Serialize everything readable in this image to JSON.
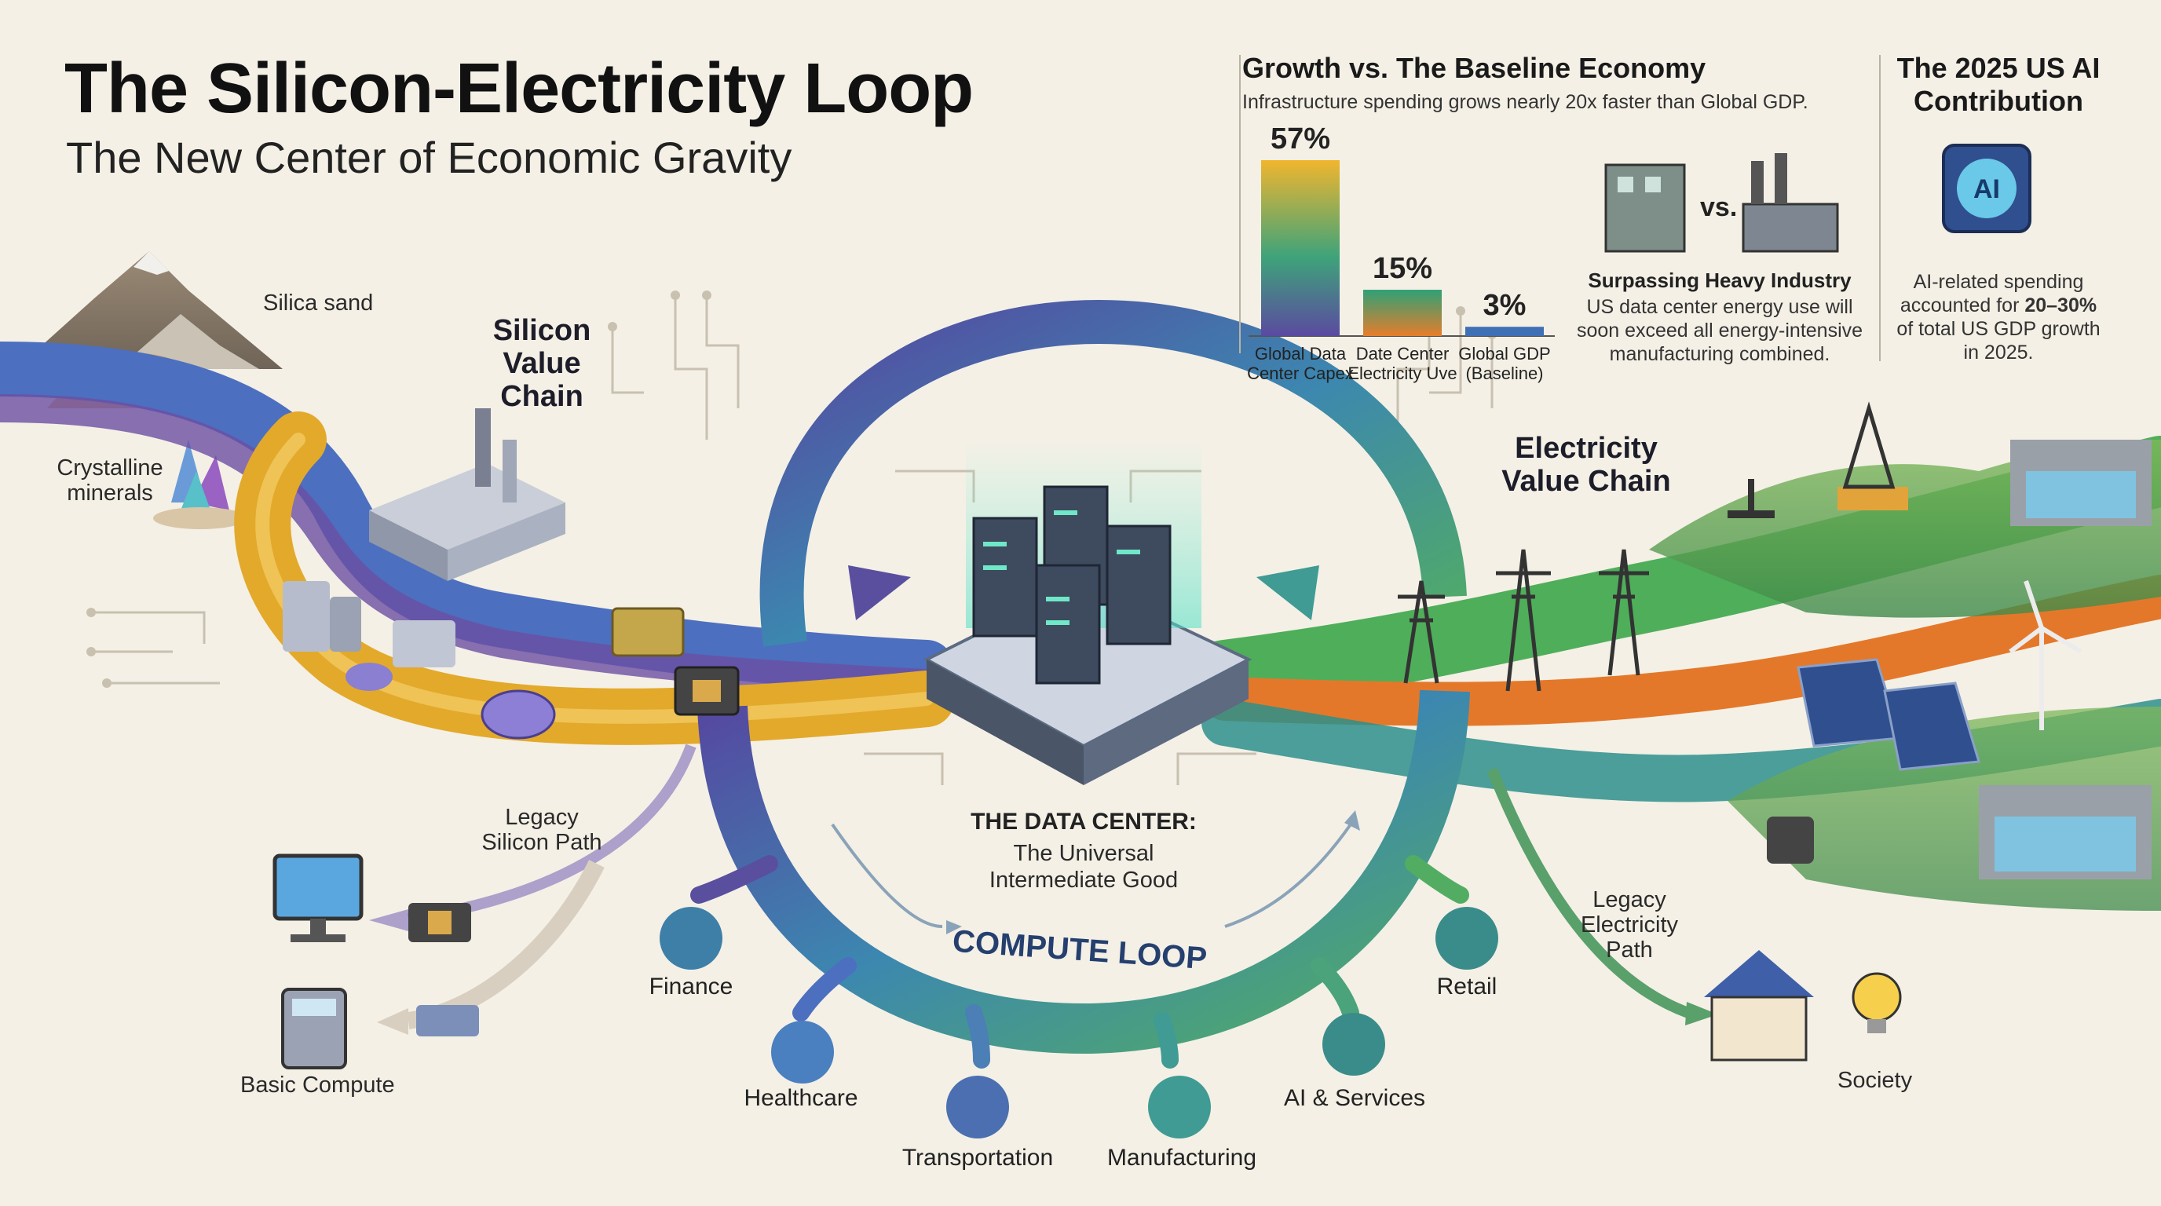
{
  "header": {
    "title": "The Silicon-Electricity Loop",
    "subtitle": "The New Center of Economic Gravity"
  },
  "silicon_chain": {
    "label": "Silicon Value Chain",
    "silica_sand": "Silica sand",
    "crystalline_minerals": "Crystalline minerals",
    "legacy_path": "Legacy Silicon Path",
    "basic_compute": "Basic Compute"
  },
  "electricity_chain": {
    "label": "Electricity Value Chain",
    "legacy_path": "Legacy Electricity Path",
    "society": "Society"
  },
  "data_center": {
    "title": "THE DATA CENTER:",
    "subtitle": "The Universal Intermediate Good",
    "loop_label": "COMPUTE LOOP"
  },
  "sectors": [
    {
      "name": "Finance",
      "icon": "bank-icon"
    },
    {
      "name": "Healthcare",
      "icon": "medical-cross-icon"
    },
    {
      "name": "Transportation",
      "icon": "truck-icon"
    },
    {
      "name": "Manufacturing",
      "icon": "factory-icon"
    },
    {
      "name": "AI & Services",
      "icon": "gear-icon"
    },
    {
      "name": "Retail",
      "icon": "cart-icon"
    }
  ],
  "growth_panel": {
    "title": "Growth vs. The Baseline Economy",
    "subtitle": "Infrastructure spending grows nearly 20x faster than Global GDP.",
    "vs": "vs.",
    "heavy_title": "Surpassing Heavy Industry",
    "heavy_text": "US data center energy use will soon exceed all energy-intensive manufacturing combined."
  },
  "ai_panel": {
    "title": "The 2025 US AI Contribution",
    "chip_label": "AI",
    "text_pre": "AI-related spending accounted for ",
    "text_highlight": "20–30%",
    "text_post": " of total US GDP growth in 2025."
  },
  "chart_data": {
    "type": "bar",
    "categories": [
      "Global Data Center Capex",
      "Date Center Electricity Uve",
      "Global GDP (Baseline)"
    ],
    "values": [
      57,
      15,
      3
    ],
    "value_labels": [
      "57%",
      "15%",
      "3%"
    ],
    "ylim": [
      0,
      57
    ],
    "colors": [
      "#e9b331",
      "#2a9a7c",
      "#3f6fb5"
    ]
  },
  "colors": {
    "silicon_gold": "#e3a92b",
    "silicon_blue": "#3e6fc1",
    "silicon_purple": "#6b4fa3",
    "electric_green": "#4fae5a",
    "electric_orange": "#e4782a",
    "electric_teal": "#2d8f8b",
    "loop_purple": "#5a4f9e",
    "loop_teal": "#3f9b93",
    "background": "#f4f0e6"
  }
}
